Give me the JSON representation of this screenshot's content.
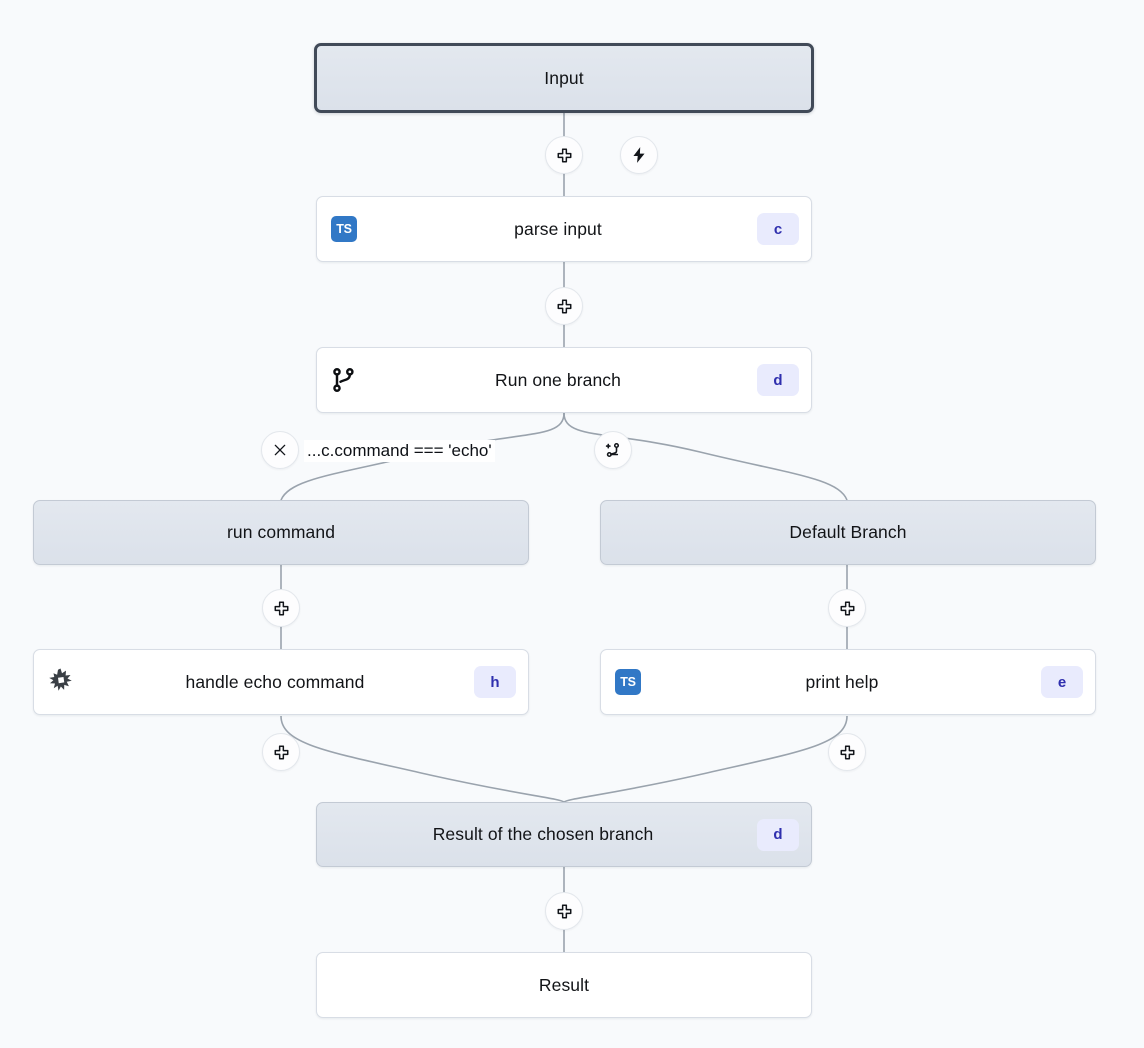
{
  "canvas": {
    "background": "#f8fafc",
    "edge_color": "#9aa3ad",
    "accent_badge_bg": "#e9ebfd",
    "accent_badge_fg": "#2f2fae",
    "terminal_fill": "#dfe4ec",
    "terminal_selected_border": "#414a58",
    "ts_icon_color": "#3178c6"
  },
  "nodes": {
    "input": {
      "label": "Input"
    },
    "parse_input": {
      "label": "parse input",
      "badge": "c",
      "icon": "typescript-icon"
    },
    "run_one_branch": {
      "label": "Run one branch",
      "badge": "d",
      "icon": "git-branch-icon"
    },
    "run_command": {
      "label": "run command"
    },
    "default_branch": {
      "label": "Default Branch"
    },
    "handle_echo": {
      "label": "handle echo command",
      "badge": "h",
      "icon": "bash-icon"
    },
    "print_help": {
      "label": "print help",
      "badge": "e",
      "icon": "typescript-icon"
    },
    "branch_result": {
      "label": "Result of the chosen branch",
      "badge": "d"
    },
    "result": {
      "label": "Result"
    }
  },
  "edge_labels": {
    "echo_condition": "...c.command === 'echo'"
  },
  "buttons": {
    "add_step_label": "+",
    "trigger_label": "lightning",
    "remove_branch_label": "x",
    "add_branch_label": "+branch"
  },
  "icons": {
    "plus": "plus-icon",
    "lightning": "lightning-bolt-icon",
    "close": "close-icon",
    "add_branch": "add-branch-icon",
    "typescript": "typescript-icon",
    "git_branch": "git-branch-icon",
    "bash": "bash-icon"
  }
}
